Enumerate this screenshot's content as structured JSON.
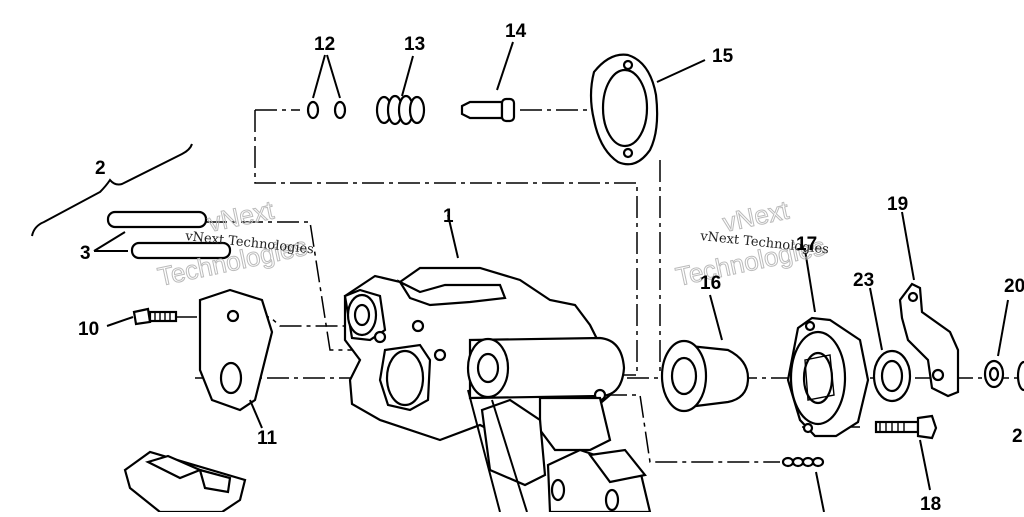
{
  "callouts": {
    "n1": "1",
    "n2": "2",
    "n3": "3",
    "n10": "10",
    "n11": "11",
    "n12": "12",
    "n13": "13",
    "n14": "14",
    "n15": "15",
    "n16": "16",
    "n17": "17",
    "n18": "18",
    "n19": "19",
    "n20": "20",
    "n23": "23",
    "n2b": "2"
  },
  "watermark": {
    "small_text": "vNext Technologies",
    "large_line1": "vNext",
    "large_line2": "Technologies"
  },
  "colors": {
    "ink": "#000000",
    "paper": "#ffffff",
    "watermark": "#bbbbbb"
  }
}
